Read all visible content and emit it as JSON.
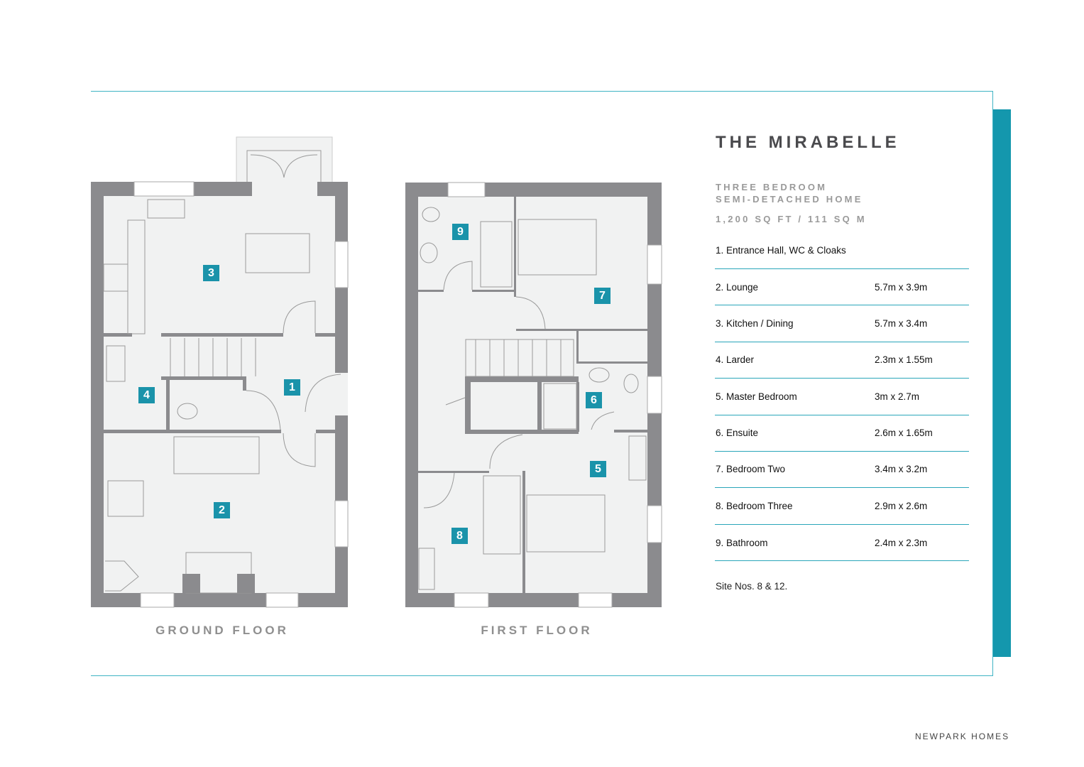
{
  "title": "THE MIRABELLE",
  "subtitle_line1": "THREE BEDROOM",
  "subtitle_line2": "SEMI-DETACHED HOME",
  "area": "1,200 SQ FT /  111 SQ M",
  "rooms": [
    {
      "label": "1. Entrance Hall, WC & Cloaks",
      "size": ""
    },
    {
      "label": "2. Lounge",
      "size": "5.7m x 3.9m"
    },
    {
      "label": "3. Kitchen / Dining",
      "size": "5.7m x 3.4m"
    },
    {
      "label": "4. Larder",
      "size": "2.3m x 1.55m"
    },
    {
      "label": "5. Master Bedroom",
      "size": "3m x 2.7m"
    },
    {
      "label": "6. Ensuite",
      "size": "2.6m x 1.65m"
    },
    {
      "label": "7. Bedroom Two",
      "size": "3.4m x 3.2m"
    },
    {
      "label": "8. Bedroom Three",
      "size": "2.9m x 2.6m"
    },
    {
      "label": "9. Bathroom",
      "size": "2.4m x 2.3m"
    }
  ],
  "site_note": "Site Nos. 8 & 12.",
  "ground_floor": {
    "label": "GROUND FLOOR",
    "tags": [
      "3",
      "1",
      "4",
      "2"
    ]
  },
  "first_floor": {
    "label": "FIRST FLOOR",
    "tags": [
      "9",
      "7",
      "6",
      "5",
      "8"
    ]
  },
  "brand": "NEWPARK HOMES",
  "colors": {
    "accent": "#1497ad",
    "wall": "#8b8b8e",
    "floor": "#f1f2f2"
  }
}
